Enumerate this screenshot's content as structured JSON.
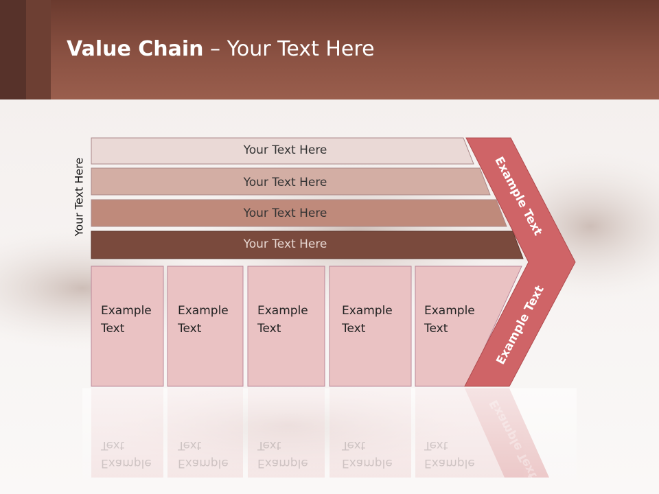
{
  "title_bold": "Value Chain",
  "title_rest": " – Your Text Here",
  "vertical_label": "Your Text Here",
  "bands": [
    "Your Text Here",
    "Your Text Here",
    "Your Text Here",
    "Your Text Here"
  ],
  "cells": [
    {
      "line1": "Example",
      "line2": "Text"
    },
    {
      "line1": "Example",
      "line2": "Text"
    },
    {
      "line1": "Example",
      "line2": "Text"
    },
    {
      "line1": "Example",
      "line2": "Text"
    },
    {
      "line1": "Example",
      "line2": "Text"
    }
  ],
  "arrow_upper": "Example Text",
  "arrow_lower": "Example Text",
  "colors": {
    "header": "#8a5142",
    "band1": "#ead9d6",
    "band2": "#d3aea4",
    "band3": "#bf8a7b",
    "band4": "#7a4a3d",
    "cell": "#eac2c3",
    "arrow": "#cf6467"
  }
}
